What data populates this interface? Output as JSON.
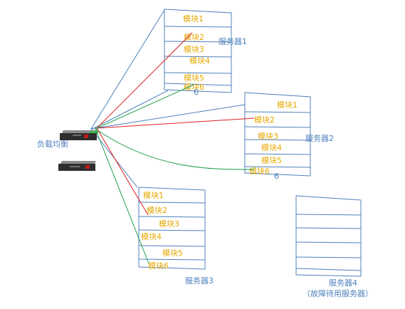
{
  "colors": {
    "border": "#4f81bd",
    "module_text": "#e6a800",
    "label_text": "#4f81bd",
    "link_blue": "#4f81bd",
    "link_red": "#e01e1e",
    "link_green": "#1e9e4a"
  },
  "load_balancer": {
    "label": "负载均衡"
  },
  "servers": [
    {
      "label": "服务器1",
      "modules": [
        "模块1",
        "模块2",
        "模块3",
        "模块4",
        "模块5",
        "模块6"
      ],
      "stray_digit": "6"
    },
    {
      "label": "服务器2",
      "modules": [
        "模块1",
        "模块2",
        "模块3",
        "模块4",
        "模块5",
        "模块6"
      ],
      "stray_digit": "6"
    },
    {
      "label": "服务器3",
      "modules": [
        "模块1",
        "模块2",
        "模块3",
        "模块4",
        "模块5",
        "模块6"
      ]
    },
    {
      "label": "服务器4",
      "sublabel": "（故障待用服务器）",
      "modules": []
    }
  ]
}
